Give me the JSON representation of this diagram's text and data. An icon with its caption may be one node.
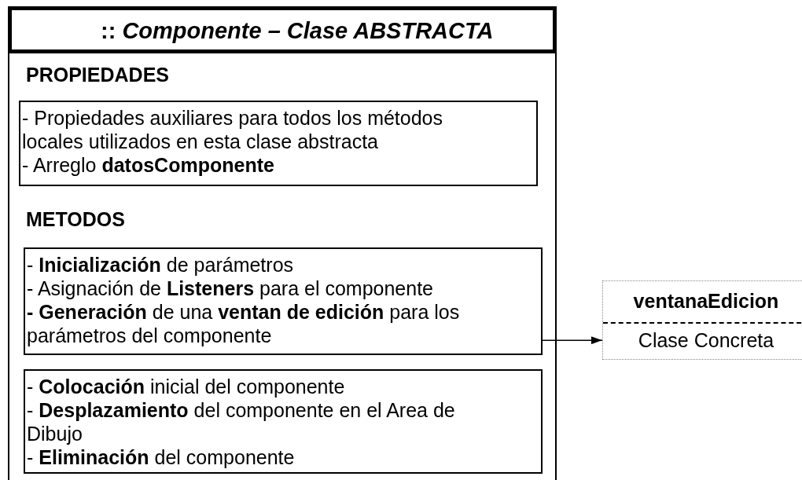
{
  "diagram": {
    "nodes": [
      {
        "text": [
          "::  *Componente – Clase ABSTRACTA*",
          "PROPIEDADES",
          "METODOS"
        ]
      },
      {
        "text": [
          "- Propiedades auxiliares para todos los métodos locales utilizados en esta clase abstracta",
          "- Arreglo **datosComponente**"
        ],
        "in": 0
      },
      {
        "text": [
          "- **Inicialización** de parámetros",
          "- Asignación de **Listeners** para el componente",
          "**- Generación** de una **ventan de edición** para los parámetros del componente"
        ],
        "in": 0
      },
      {
        "text": [
          "- **Colocación** inicial del componente",
          "- **Desplazamiento** del componente en el Area de Dibujo",
          "- **Eliminación** del componente"
        ],
        "in": 0
      },
      {
        "text": [
          "ventanaEdicion",
          "Clase Concreta"
        ]
      }
    ],
    "edges": [
      {
        "from": 2,
        "to": 4,
        "arrow": "to"
      }
    ]
  }
}
